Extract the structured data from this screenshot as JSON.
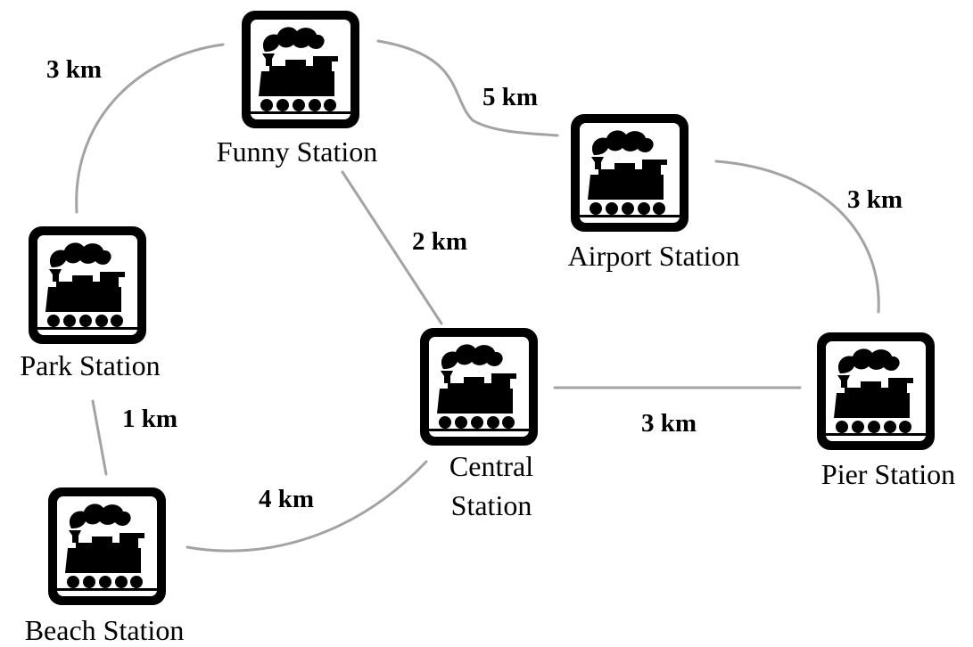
{
  "stations": {
    "funny": "Funny Station",
    "airport": "Airport Station",
    "park": "Park Station",
    "central_line1": "Central",
    "central_line2": "Station",
    "pier": "Pier Station",
    "beach": "Beach Station"
  },
  "station_icon": "steam-locomotive-icon",
  "colors": {
    "line": "#a3a3a3",
    "icon": "#000000",
    "background": "#ffffff"
  },
  "routes": [
    {
      "from": "Park Station",
      "to": "Funny Station",
      "distance": "3 km"
    },
    {
      "from": "Funny Station",
      "to": "Airport Station",
      "distance": "5 km"
    },
    {
      "from": "Funny Station",
      "to": "Central Station",
      "distance": "2 km"
    },
    {
      "from": "Airport Station",
      "to": "Pier Station",
      "distance": "3 km"
    },
    {
      "from": "Central Station",
      "to": "Pier Station",
      "distance": "3 km"
    },
    {
      "from": "Park Station",
      "to": "Beach Station",
      "distance": "1 km"
    },
    {
      "from": "Beach Station",
      "to": "Central Station",
      "distance": "4 km"
    }
  ]
}
